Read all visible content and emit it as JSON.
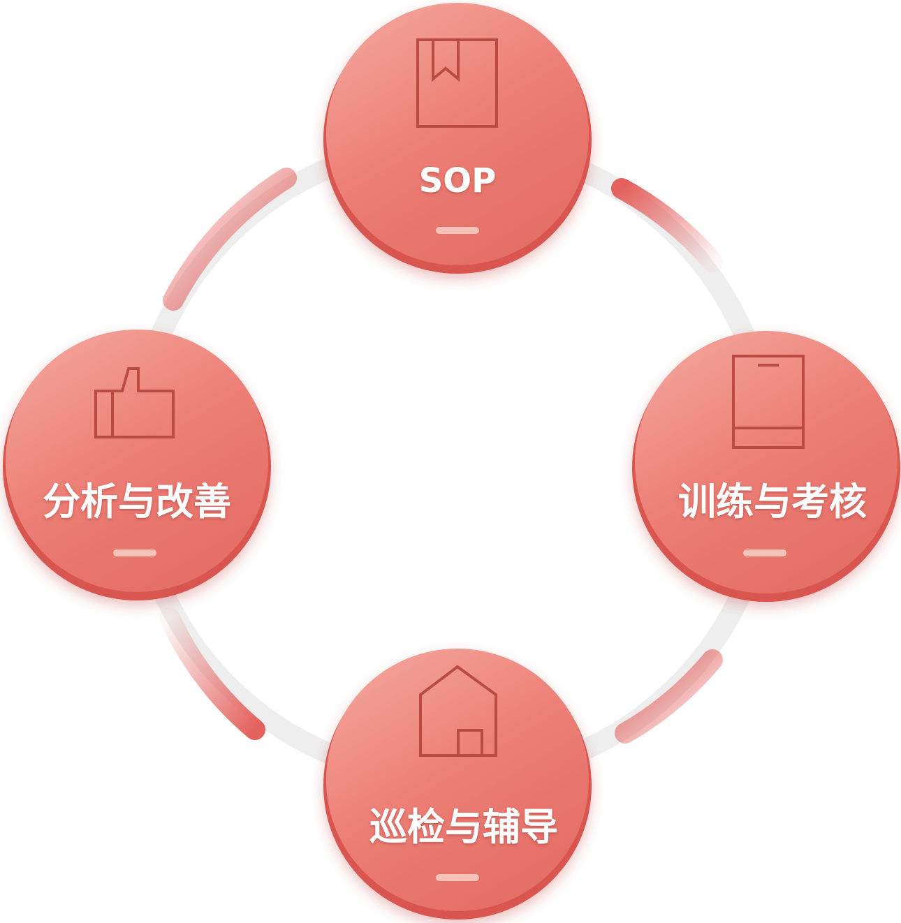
{
  "diagram": {
    "nodes": [
      {
        "id": "sop",
        "label": "SOP",
        "icon": "bookmark-book-icon"
      },
      {
        "id": "training",
        "label": "训练与考核",
        "icon": "tablet-icon"
      },
      {
        "id": "inspection",
        "label": "巡检与辅导",
        "icon": "house-icon"
      },
      {
        "id": "analysis",
        "label": "分析与改善",
        "icon": "thumbs-up-icon"
      }
    ],
    "colors": {
      "node_fill_light": "#f3a39a",
      "node_fill_mid": "#ec7d74",
      "node_fill_dark": "#e06a62",
      "node_rim": "#d9554f",
      "icon_stroke": "#b94a44",
      "ring_track": "#eeeeee",
      "arc_accent": "#e4615d",
      "dash": "#f9c2b8",
      "label": "#ffffff"
    }
  }
}
